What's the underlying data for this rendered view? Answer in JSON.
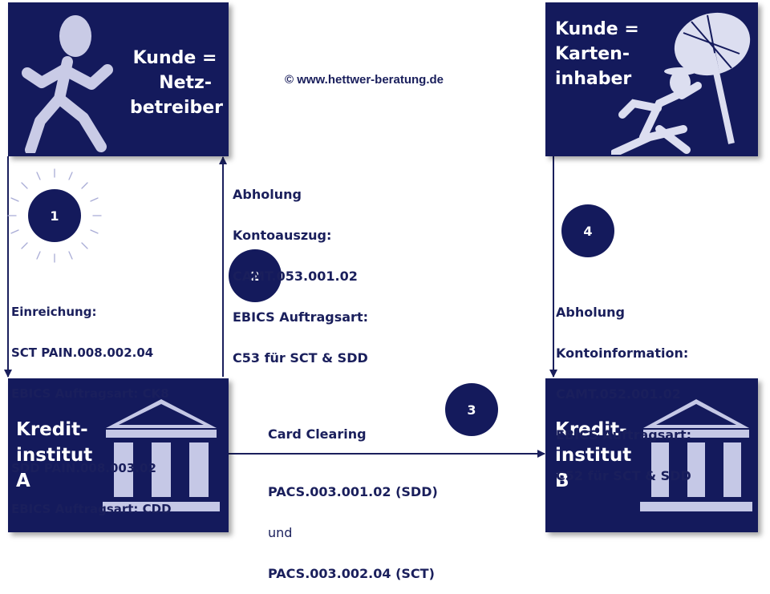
{
  "copyright": "© www.hettwer-beratung.de",
  "nodes": {
    "netzbetreiber": {
      "lines": [
        "Kunde =",
        "Netz-",
        "betreiber"
      ]
    },
    "karteninhaber": {
      "lines": [
        "Kunde =",
        "Karten-",
        "inhaber"
      ]
    },
    "bank_a": {
      "lines": [
        "Kredit-",
        "institut",
        "A"
      ]
    },
    "bank_b": {
      "lines": [
        "Kredit-",
        "institut",
        "B"
      ]
    }
  },
  "steps": [
    "1",
    "2",
    "3",
    "4"
  ],
  "einreichung": {
    "lines": [
      "Einreichung:",
      "SCT PAIN.008.002.04",
      "EBICS Auftragsart: CK8",
      "",
      "SDD PAIN.008.003.02",
      "EBICS Auftragsart: CDD"
    ]
  },
  "abholung_kontoauszug": {
    "lines": [
      "Abholung",
      "Kontoauszug:",
      "CAMT.053.001.02",
      "EBICS Auftragsart:",
      "C53 für SCT & SDD"
    ]
  },
  "abholung_kontoinformation": {
    "lines": [
      "Abholung",
      "Kontoinformation:",
      "CAMT.052.001.02",
      "EBICS Auftragsart:",
      "C52 für SCT & SDD"
    ]
  },
  "clearing": {
    "title": "Card Clearing",
    "line1": "PACS.003.001.02 (SDD)",
    "connector": "und",
    "line2": "PACS.003.002.04 (SCT)"
  },
  "colors": {
    "box": "#141a5c",
    "text": "#1a1f5c",
    "arrow": "#1a1f5c"
  }
}
